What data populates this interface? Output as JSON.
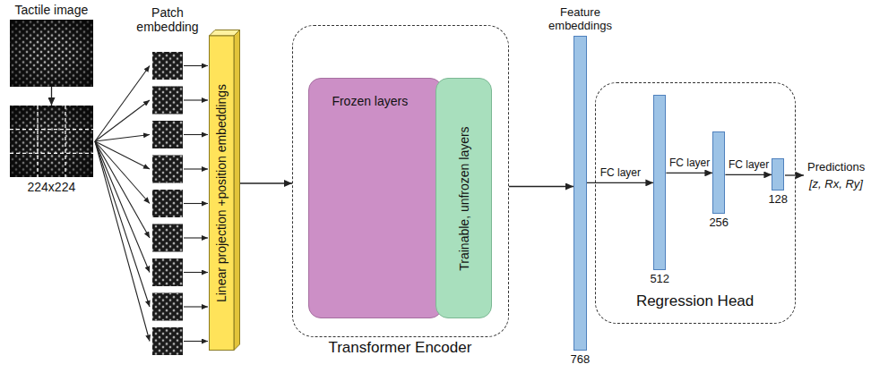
{
  "diagram": {
    "nodes": [
      {
        "text": [
          "Tactile image"
        ]
      },
      {
        "text": [
          "224x224"
        ]
      },
      {
        "text": [
          "Linear projection +position embeddings"
        ]
      },
      {
        "text": [
          "Transformer Encoder"
        ]
      },
      {
        "text": [
          "Frozen layers"
        ],
        "in": 3
      },
      {
        "text": [
          "Trainable, unfrozen layers"
        ],
        "in": 3
      },
      {
        "text": [
          "Feature embeddings",
          "768"
        ]
      },
      {
        "text": [
          "Regression Head"
        ]
      },
      {
        "text": [
          "512"
        ],
        "in": 7
      },
      {
        "text": [
          "256"
        ],
        "in": 7
      },
      {
        "text": [
          "128"
        ],
        "in": 7
      }
    ],
    "edges": [
      {
        "from": 0,
        "to": 1,
        "arrow": "to"
      },
      {
        "from": 2,
        "to": 3,
        "arrow": "to"
      },
      {
        "from": 3,
        "to": 6,
        "arrow": "to"
      },
      {
        "from": 6,
        "to": 8,
        "label": "FC layer",
        "arrow": "to"
      },
      {
        "from": 8,
        "to": 9,
        "label": "FC layer",
        "arrow": "to"
      },
      {
        "from": 9,
        "to": 10,
        "label": "FC layer",
        "arrow": "to"
      }
    ],
    "labels": [
      "Patch embedding",
      "Predictions",
      "[z, Rx, Ry]"
    ]
  }
}
